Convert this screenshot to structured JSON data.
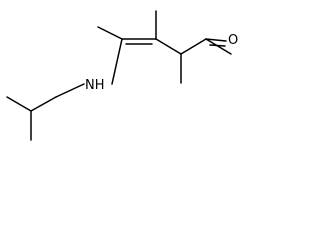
{
  "structure": {
    "atoms": [
      {
        "id": "N1",
        "label": "NH"
      },
      {
        "id": "O1",
        "label": "O"
      }
    ]
  },
  "colors": {
    "background": "#ffffff",
    "bond": "#000000",
    "text": "#000000"
  }
}
